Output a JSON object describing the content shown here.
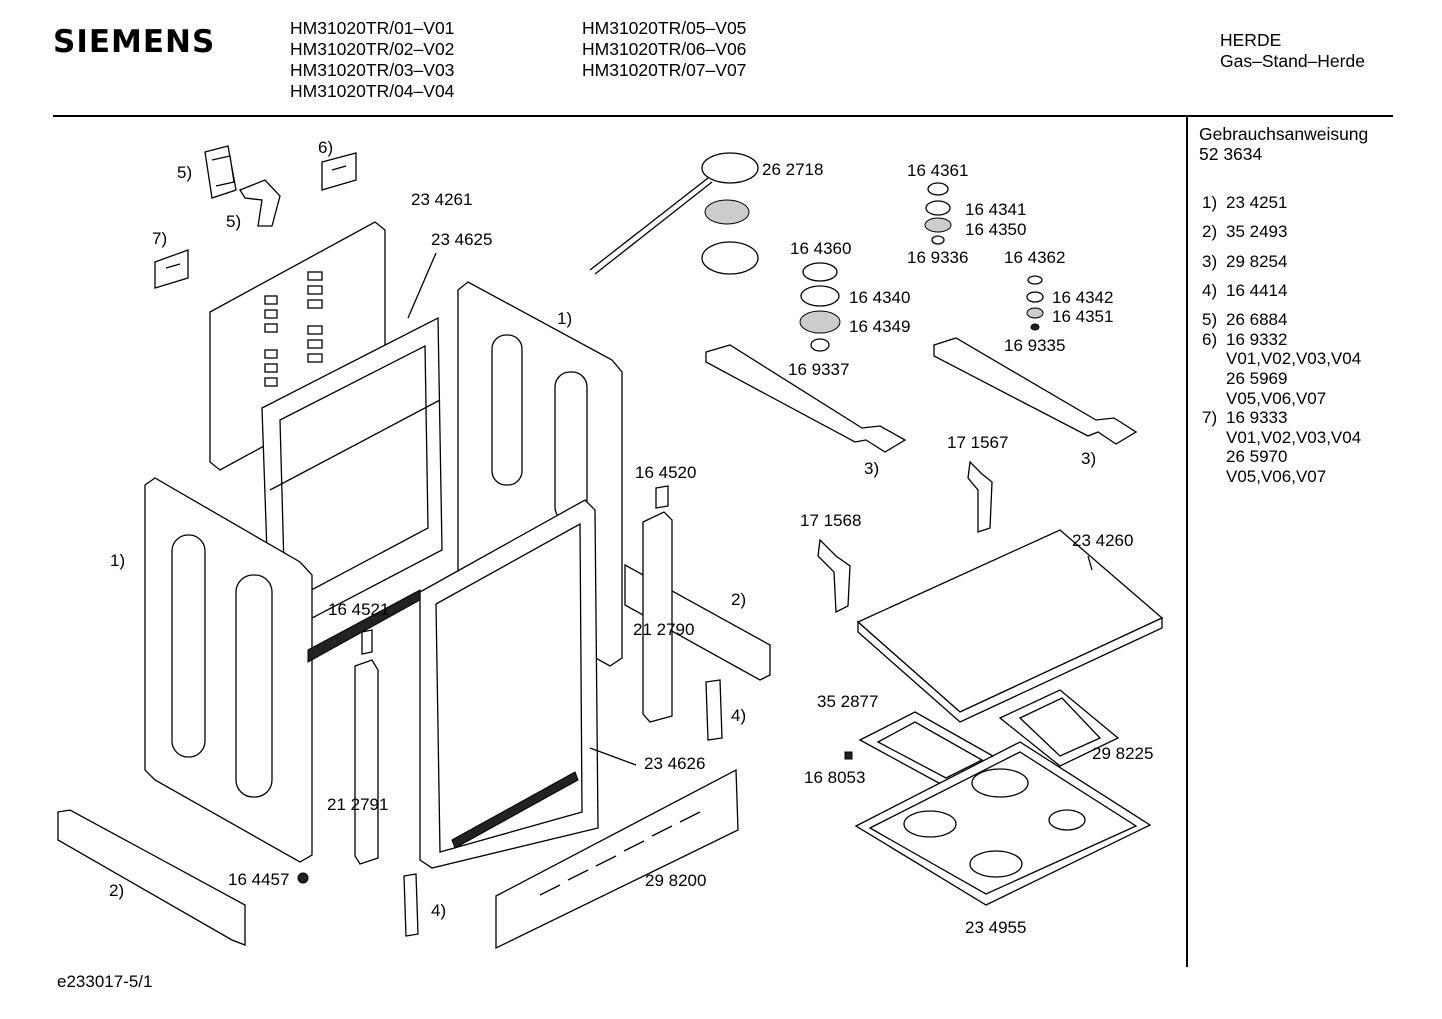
{
  "header": {
    "brand": "SIEMENS",
    "models_left": [
      "HM31020TR/01–V01",
      "HM31020TR/02–V02",
      "HM31020TR/03–V03",
      "HM31020TR/04–V04"
    ],
    "models_right": [
      "HM31020TR/05–V05",
      "HM31020TR/06–V06",
      "HM31020TR/07–V07"
    ],
    "category": "HERDE",
    "subcategory": "Gas–Stand–Herde"
  },
  "sidebar": {
    "manual_label": "Gebrauchsanweisung",
    "manual_number": "52 3634",
    "legend": [
      {
        "key": "1)",
        "lines": [
          "23 4251"
        ]
      },
      {
        "key": "2)",
        "lines": [
          "35 2493"
        ]
      },
      {
        "key": "3)",
        "lines": [
          "29 8254"
        ]
      },
      {
        "key": "4)",
        "lines": [
          "16 4414"
        ]
      },
      {
        "key": "5)",
        "lines": [
          "26 6884"
        ]
      },
      {
        "key": "6)",
        "lines": [
          "16 9332",
          "V01,V02,V03,V04",
          "26 5969",
          "V05,V06,V07"
        ]
      },
      {
        "key": "7)",
        "lines": [
          "16 9333",
          "V01,V02,V03,V04",
          "26 5970",
          "V05,V06,V07"
        ]
      }
    ]
  },
  "diagram": {
    "labels": {
      "p5a": "5)",
      "p6": "6)",
      "p5b": "5)",
      "p7": "7)",
      "p234261": "23 4261",
      "p234625": "23 4625",
      "p1a": "1)",
      "p1b": "1)",
      "p262718": "26 2718",
      "p164360": "16 4360",
      "p164340": "16 4340",
      "p164349": "16 4349",
      "p169337": "16 9337",
      "p164361": "16 4361",
      "p164341": "16 4341",
      "p164350": "16 4350",
      "p169336": "16 9336",
      "p164362": "16 4362",
      "p164342": "16 4342",
      "p164351": "16 4351",
      "p169335": "16 9335",
      "p3a": "3)",
      "p3b": "3)",
      "p164520": "16 4520",
      "p171567": "17 1567",
      "p171568": "17 1568",
      "p234260": "23 4260",
      "p2a": "2)",
      "p212790": "21 2790",
      "p164521": "16 4521",
      "p4a": "4)",
      "p352877": "35 2877",
      "p298225": "29 8225",
      "p234626": "23 4626",
      "p168053": "16 8053",
      "p212791": "21 2791",
      "p2b": "2)",
      "p164457": "16 4457",
      "p4b": "4)",
      "p298200": "29 8200",
      "p234955": "23 4955"
    }
  },
  "footer": {
    "code": "e233017-5/1"
  }
}
